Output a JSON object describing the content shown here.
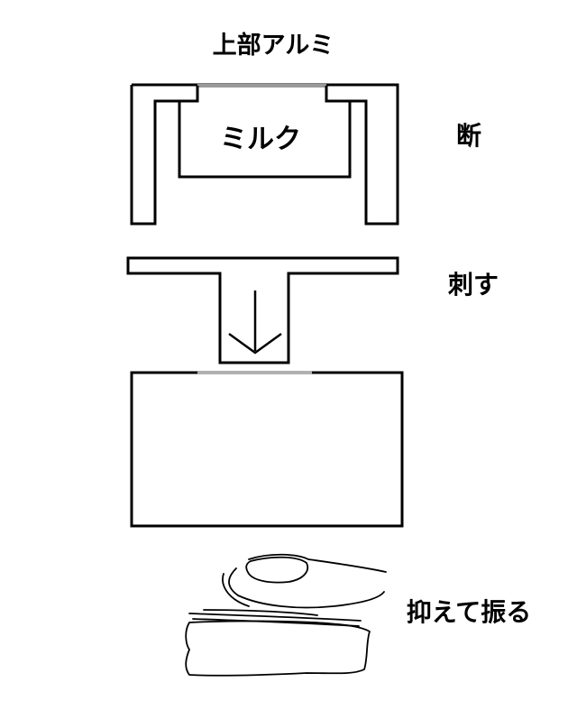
{
  "labels": {
    "top_aluminum": "上部アルミ",
    "milk": "ミルク",
    "section": "断",
    "pierce": "刺す",
    "hold_and_shake": "抑えて振る"
  },
  "colors": {
    "line": "#000000",
    "foil": "#9a9a9a",
    "background": "#ffffff"
  },
  "icons": {
    "arrow": "down-arrow-icon",
    "hand": "hand-sketch-icon"
  }
}
